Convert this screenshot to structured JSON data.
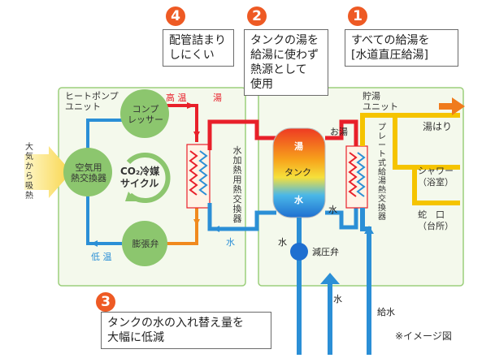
{
  "heat_pump_unit": {
    "title": "ヒートポンプ\nユニット",
    "compressor": "コンプ\nレッサー",
    "air_heat_exchanger": "空気用\n熱交換器",
    "expansion_valve": "膨張弁",
    "refrigerant_cycle": "CO₂冷媒\nサイクル",
    "high_temp": "高 温",
    "low_temp": "低 温",
    "water_heat_exchanger": "水\n加\n熱\n用\n熱\n交\n換\n器"
  },
  "air_intake": "大\n気\nか\nら\n吸\n熱",
  "storage_unit": {
    "title": "貯湯\nユニット",
    "tank_hot": "湯",
    "tank_label": "タンク",
    "tank_water": "水",
    "hot_water_in": "お湯",
    "plate_heat_exchanger": "プ\nレ\nー\nト\n式\n給\n湯\n熱\n交\n換\n器",
    "pressure_valve": "減圧弁",
    "water_label": "水"
  },
  "flow_labels": {
    "hot": "湯",
    "water_1": "水",
    "water_2": "水",
    "water_3": "水",
    "supply_water": "給水"
  },
  "outputs": {
    "bath": "湯はり",
    "shower": "シャワー\n（浴室）",
    "faucet": "蛇　口\n（台所）"
  },
  "callouts": [
    {
      "num": "1",
      "text": "すべての給湯を\n[水道直圧給湯]"
    },
    {
      "num": "2",
      "text": "タンクの湯を\n給湯に使わず\n熱源として\n使用"
    },
    {
      "num": "3",
      "text": "タンクの水の入れ替え量を\n大幅に低減"
    },
    {
      "num": "4",
      "text": "配管詰まり\nしにくい"
    }
  ],
  "note": "※イメージ図",
  "colors": {
    "hot_red": "#e8202a",
    "cold_blue": "#2b8fd6",
    "pipe_yellow": "#f5c400",
    "arrow_orange": "#f07b1d",
    "node_green": "#8cc66e",
    "box_green": "#9ccf7c",
    "badge_orange": "#ee5a24"
  }
}
